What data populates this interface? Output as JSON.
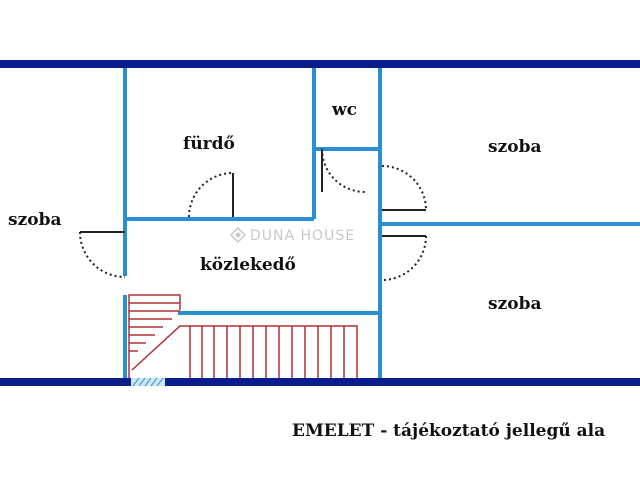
{
  "rooms": {
    "left_room": "szoba",
    "bathroom": "fürdő",
    "wc": "wc",
    "top_right_room": "szoba",
    "hallway": "közlekedő",
    "bottom_right_room": "szoba"
  },
  "watermark": {
    "text": "DUNA HOUSE"
  },
  "caption": "EMELET - tájékoztató jellegű ala",
  "colors": {
    "outer_wall": "#0a1d8c",
    "inner_wall": "#2a8fd0",
    "door": "#222222",
    "stairs": "#b03030",
    "watermark": "#c8c8c8"
  }
}
